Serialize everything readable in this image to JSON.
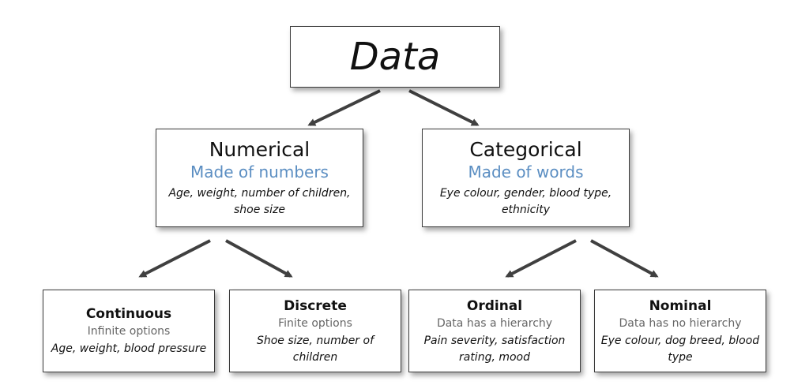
{
  "root": {
    "title": "Data"
  },
  "level1": [
    {
      "title": "Numerical",
      "subtitle": "Made of numbers",
      "examples": "Age, weight, number of children, shoe size"
    },
    {
      "title": "Categorical",
      "subtitle": "Made of words",
      "examples": "Eye colour, gender, blood type, ethnicity"
    }
  ],
  "level2": [
    {
      "title": "Continuous",
      "subtitle": "Infinite options",
      "examples": "Age, weight, blood pressure"
    },
    {
      "title": "Discrete",
      "subtitle": "Finite options",
      "examples": "Shoe size, number of children"
    },
    {
      "title": "Ordinal",
      "subtitle": "Data has a hierarchy",
      "examples": "Pain severity, satisfaction rating, mood"
    },
    {
      "title": "Nominal",
      "subtitle": "Data has no hierarchy",
      "examples": "Eye colour, dog breed, blood type"
    }
  ],
  "colors": {
    "subtitle_blue": "#5b8ec2",
    "arrow": "#404040",
    "leaf_subtitle_gray": "#666666"
  }
}
